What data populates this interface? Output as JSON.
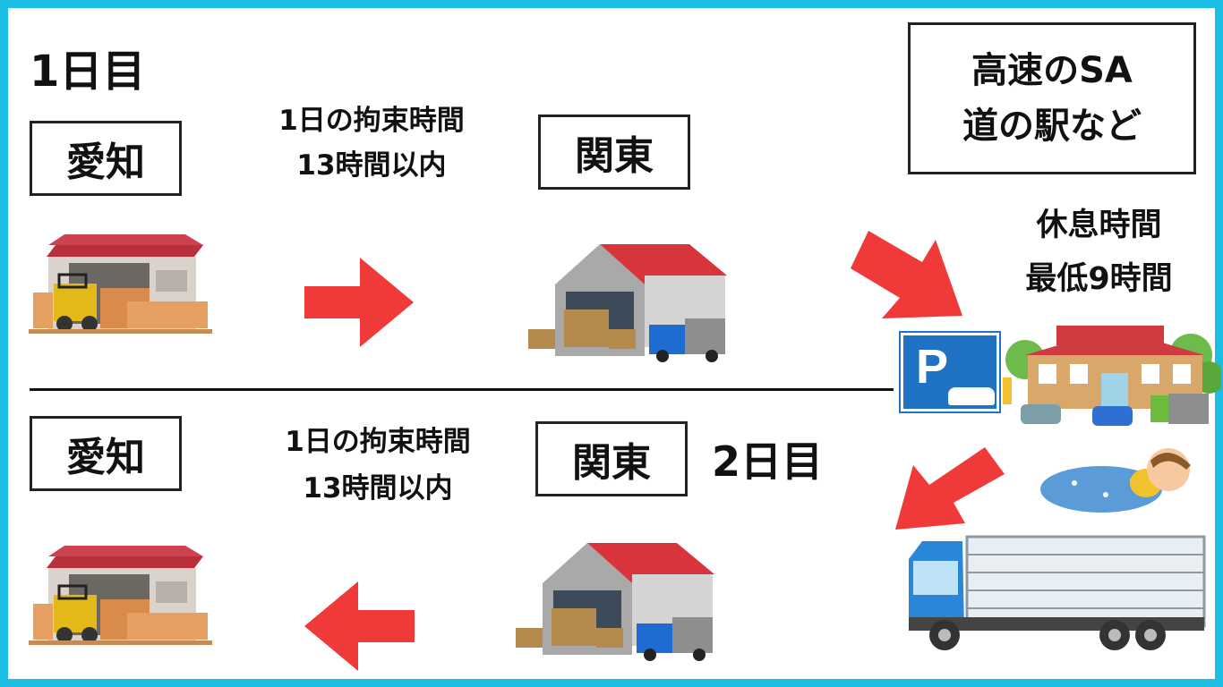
{
  "day1": {
    "title": "1日目",
    "origin": "愛知",
    "destination": "関東",
    "constraint_line1": "1日の拘束時間",
    "constraint_line2": "13時間以内"
  },
  "rest": {
    "location_line1": "高速のSA",
    "location_line2": "道の駅など",
    "time_line1": "休息時間",
    "time_line2": "最低9時間",
    "parking_sign": "P"
  },
  "day2": {
    "title": "2日目",
    "origin": "関東",
    "destination": "愛知",
    "constraint_line1": "1日の拘束時間",
    "constraint_line2": "13時間以内"
  },
  "colors": {
    "frame": "#1cbde2",
    "arrow": "#f03a3a",
    "parking_sign": "#1f72c4",
    "truck_cab": "#2a86d9"
  },
  "icons": [
    "warehouse-forklift-icon",
    "warehouse-truck-icon",
    "parking-sign-icon",
    "rest-area-building-icon",
    "sleeping-person-icon",
    "large-truck-icon",
    "arrow-right-icon",
    "arrow-left-icon",
    "arrow-down-right-icon",
    "arrow-down-left-icon"
  ]
}
